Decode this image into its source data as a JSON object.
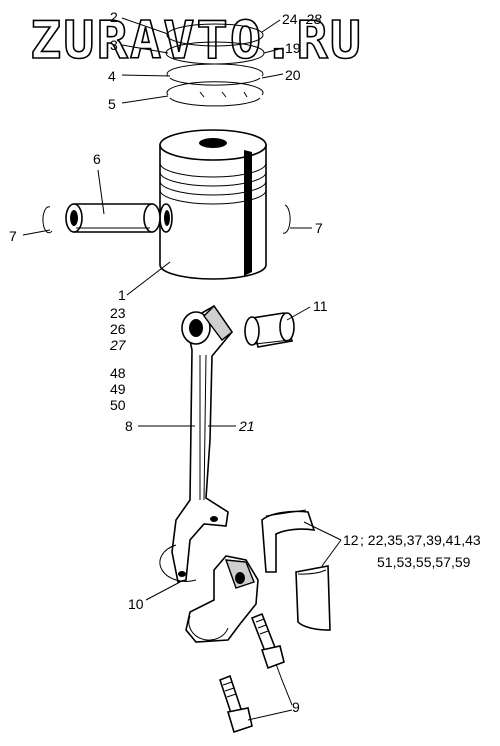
{
  "watermark": "ZURAVTO.RU",
  "callouts": {
    "c2": "2",
    "c3": "3",
    "c4": "4",
    "c5": "5",
    "c24": "24,",
    "c28": "28",
    "c19": "19",
    "c20": "20",
    "c6": "6",
    "c7_left": "7",
    "c7_right": "7",
    "c1": "1",
    "c23": "23",
    "c26": "26",
    "c27": "27",
    "c48": "48",
    "c49": "49",
    "c50": "50",
    "c11": "11",
    "c8": "8",
    "c21": "21",
    "c12": "12",
    "c12_list_a": "; 22,35,37,39,41,43",
    "c12_list_b": "51,53,55,57,59",
    "c10": "10",
    "c9": "9"
  }
}
